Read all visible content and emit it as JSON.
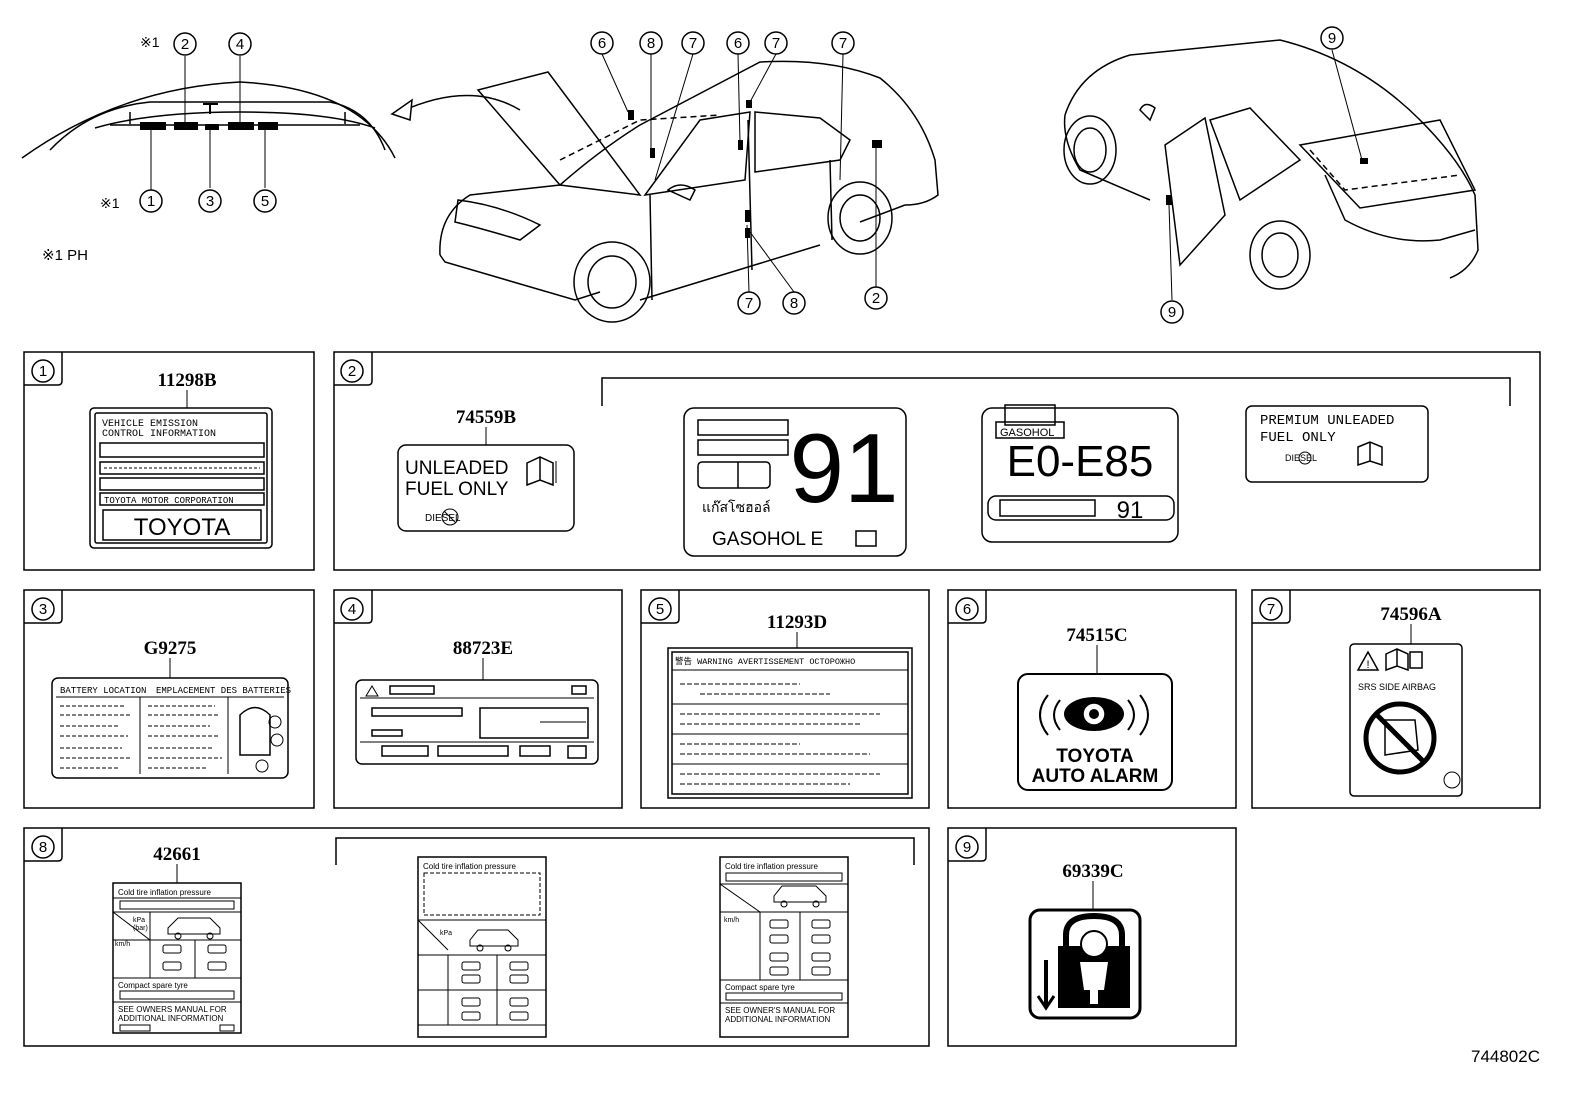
{
  "diagram_id": "744802C",
  "note_mark": "※1",
  "note_text": "※1 PH",
  "callout_numbers": {
    "c1": "1",
    "c2": "2",
    "c3": "3",
    "c4": "4",
    "c5": "5",
    "c6": "6",
    "c7": "7",
    "c8": "8",
    "c9": "9"
  },
  "panels": {
    "p1": {
      "num": "1",
      "part": "11298B",
      "label": {
        "line1": "VEHICLE EMISSION",
        "line2": "CONTROL INFORMATION",
        "maker": "TOYOTA MOTOR CORPORATION",
        "brand": "TOYOTA"
      }
    },
    "p2": {
      "num": "2",
      "part": "74559B",
      "label_a": {
        "line1": "UNLEADED",
        "line2": "FUEL ONLY",
        "diesel": "DIESEL"
      },
      "label_b": {
        "octane": "91",
        "thai": "แก๊สโซฮอล์",
        "gasohol": "GASOHOL  E"
      },
      "label_c": {
        "gasohol": "GASOHOL",
        "range": "E0-E85",
        "octane": "91"
      },
      "label_d": {
        "line1": "PREMIUM UNLEADED",
        "line2": "FUEL ONLY",
        "diesel": "DIESEL"
      }
    },
    "p3": {
      "num": "3",
      "part": "G9275",
      "label": {
        "head_left": "BATTERY LOCATION",
        "head_right": "EMPLACEMENT DES BATTERIES"
      }
    },
    "p4": {
      "num": "4",
      "part": "88723E"
    },
    "p5": {
      "num": "5",
      "part": "11293D",
      "label": {
        "head": "警告  WARNING  AVERTISSEMENT  ОСТОРОЖНО"
      }
    },
    "p6": {
      "num": "6",
      "part": "74515C",
      "label": {
        "line1": "TOYOTA",
        "line2": "AUTO ALARM"
      }
    },
    "p7": {
      "num": "7",
      "part": "74596A",
      "label": {
        "text": "SRS  SIDE  AIRBAG"
      }
    },
    "p8": {
      "num": "8",
      "part": "42661",
      "label": {
        "title": "Cold tire inflation pressure",
        "kpa": "kPa",
        "bar": "(bar)",
        "kmh": "km/h",
        "spare": "Compact spare tyre",
        "manual1": "SEE OWNERS MANUAL FOR",
        "manual2": "ADDITIONAL INFORMATION",
        "manual1b": "SEE OWNER'S MANUAL FOR"
      }
    },
    "p9": {
      "num": "9",
      "part": "69339C"
    }
  },
  "colors": {
    "line": "#000000",
    "background": "#ffffff"
  }
}
